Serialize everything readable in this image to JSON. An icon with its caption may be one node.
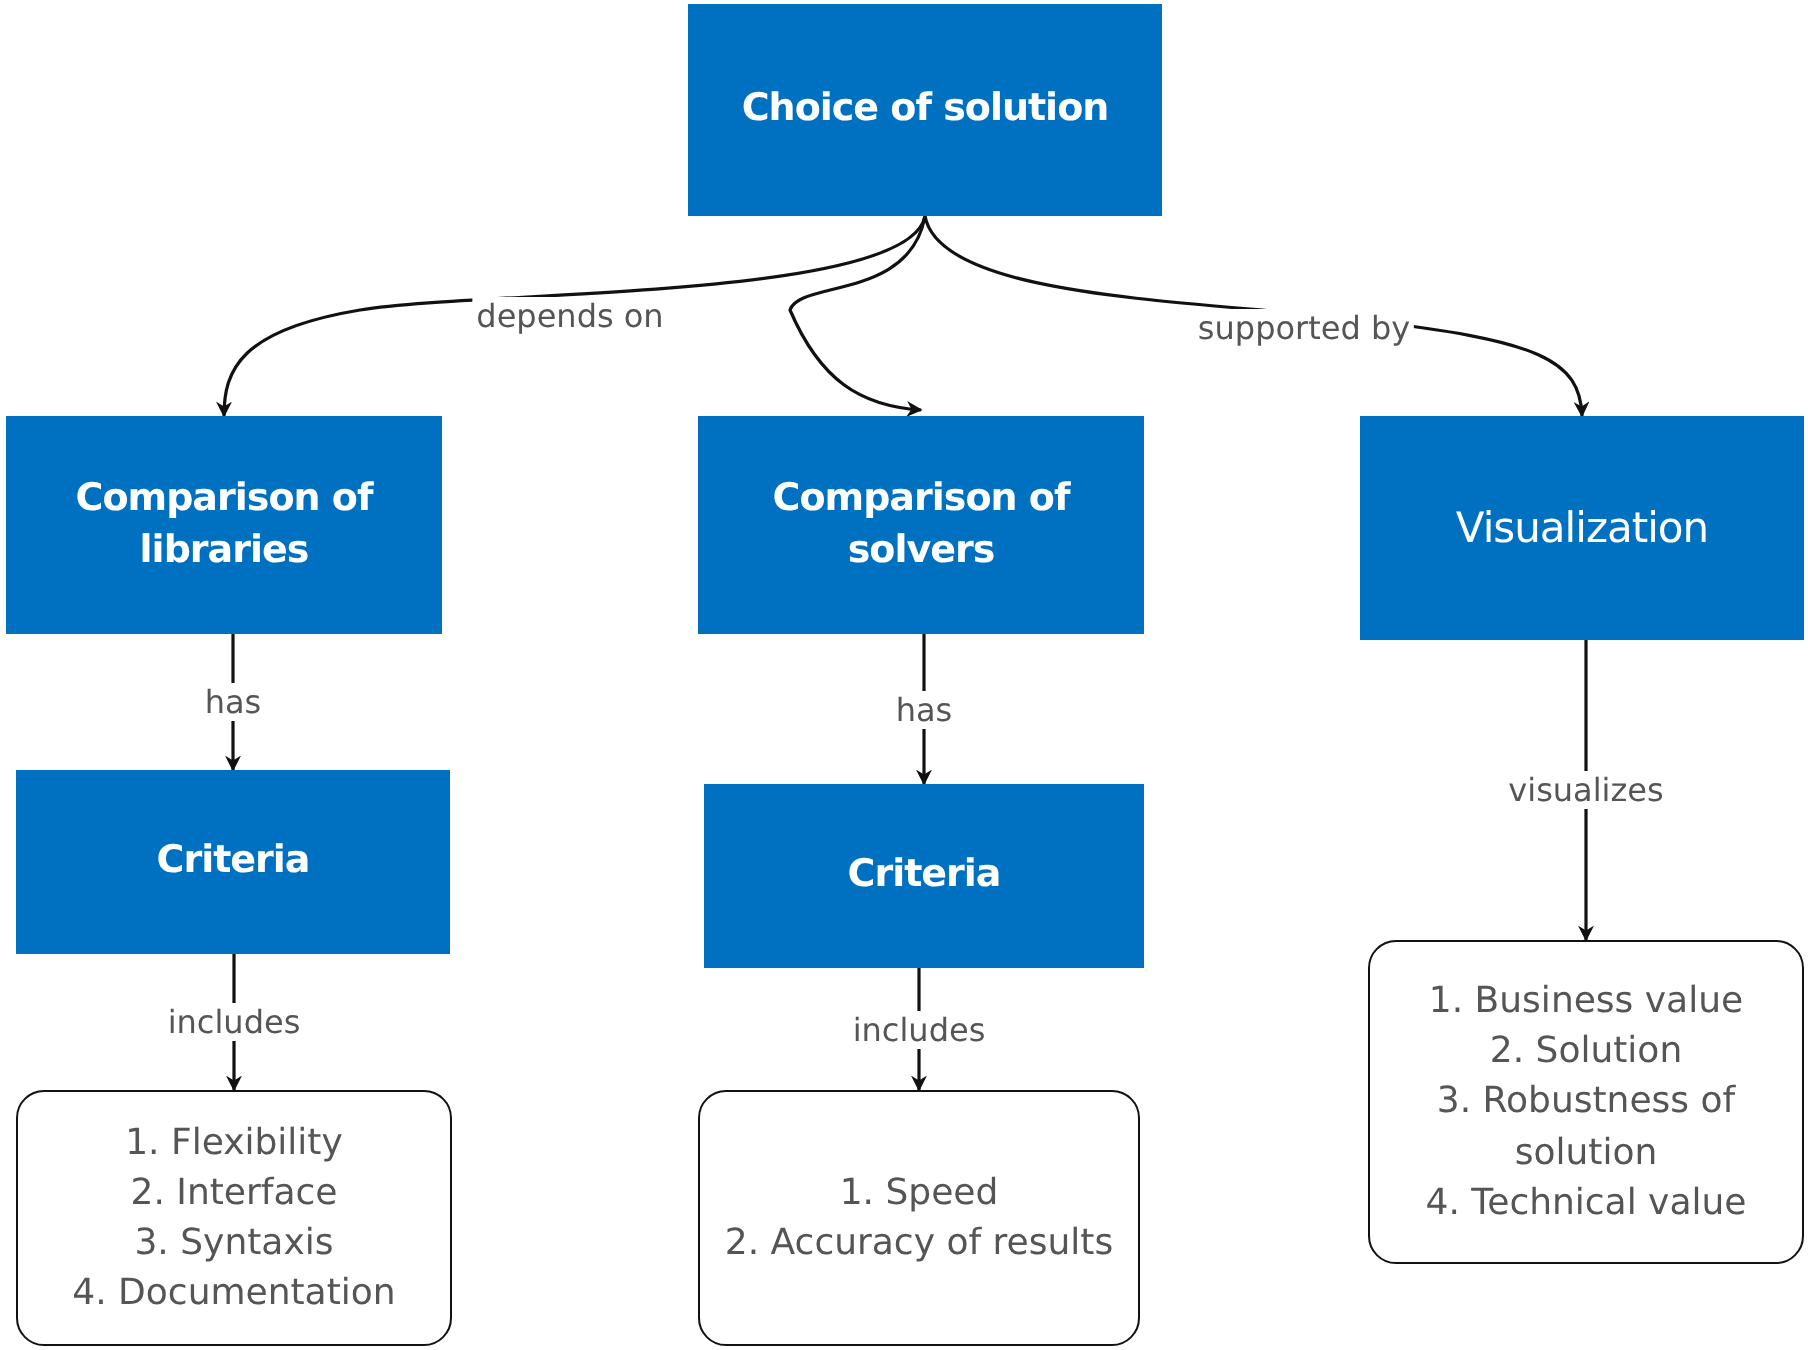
{
  "diagram": {
    "nodes": [
      {
        "text": [
          "Choice of solution"
        ]
      },
      {
        "text": [
          "Comparison of libraries"
        ]
      },
      {
        "text": [
          "Comparison of solvers"
        ]
      },
      {
        "text": [
          "Visualization"
        ]
      },
      {
        "text": [
          "Criteria"
        ]
      },
      {
        "text": [
          "Criteria"
        ]
      },
      {
        "text": [
          "1. Flexibility",
          "2. Interface",
          "3. Syntaxis",
          "4. Documentation"
        ]
      },
      {
        "text": [
          "1. Speed",
          "2. Accuracy of results"
        ]
      },
      {
        "text": [
          "1. Business value",
          "2. Solution",
          "3. Robustness of solution",
          "4. Technical value"
        ]
      }
    ],
    "edges": [
      {
        "from": 0,
        "to": 1,
        "arrow": "to",
        "label": "depends on"
      },
      {
        "from": 0,
        "to": 2,
        "arrow": "to"
      },
      {
        "from": 0,
        "to": 3,
        "arrow": "to",
        "label": "supported by"
      },
      {
        "from": 1,
        "to": 4,
        "arrow": "to",
        "label": "has"
      },
      {
        "from": 2,
        "to": 5,
        "arrow": "to",
        "label": "has"
      },
      {
        "from": 4,
        "to": 6,
        "arrow": "to",
        "label": "includes"
      },
      {
        "from": 5,
        "to": 7,
        "arrow": "to",
        "label": "includes"
      },
      {
        "from": 3,
        "to": 8,
        "arrow": "to",
        "label": "visualizes"
      }
    ]
  }
}
